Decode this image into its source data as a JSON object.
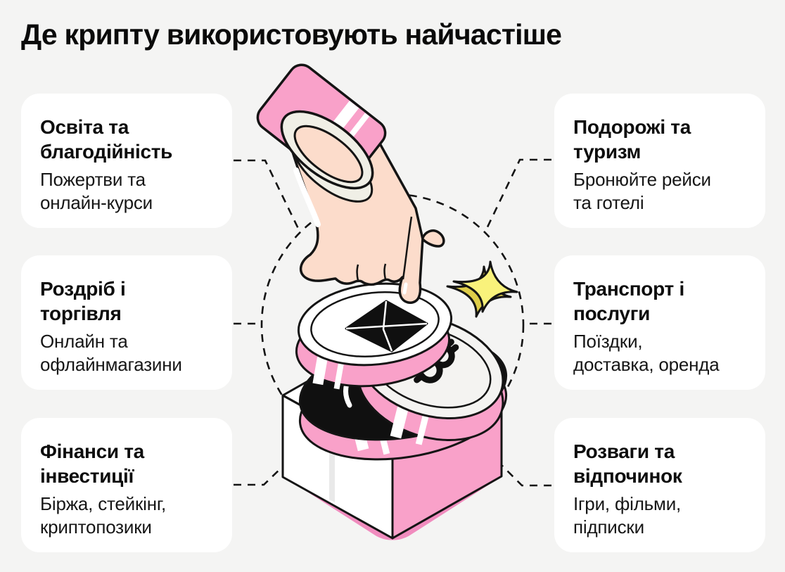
{
  "title": "Де крипту використовують найчастіше",
  "cards": [
    {
      "id": "education-charity",
      "title": "Освіта та\nблагодійність",
      "description": "Пожертви та\nонлайн-курси"
    },
    {
      "id": "retail-trade",
      "title": "Роздріб і\nторгівля",
      "description": "Онлайн та\nофлайнмагазини"
    },
    {
      "id": "finance-investments",
      "title": "Фінанси та\nінвестиції",
      "description": "Біржа, стейкінг,\nкриптопозики"
    },
    {
      "id": "travel-tourism",
      "title": "Подорожі та\nтуризм",
      "description": "Бронюйте рейси\nта готелі"
    },
    {
      "id": "transport-services",
      "title": "Транспорт і\nпослуги",
      "description": "Поїздки,\nдоставка, оренда"
    },
    {
      "id": "entertainment-leisure",
      "title": "Розваги та\nвідпочинок",
      "description": "Ігри, фільми,\nпідписки"
    }
  ],
  "illustration": {
    "icons": [
      "pointing-hand-icon",
      "pink-cuff-icon",
      "bracelet-icon",
      "ethereum-coin-icon",
      "bitcoin-coin-icon",
      "dark-coin-icon",
      "donation-box-icon",
      "sparkle-icon",
      "dashed-circle-guide",
      "dashed-connector-lines"
    ],
    "colors": {
      "background": "#F4F4F3",
      "card": "#FFFFFF",
      "text": "#0D0D0D",
      "pink": "#F9A1C9",
      "pink_shadow": "#F08CBE",
      "skin": "#FCDCCB",
      "yellow": "#F9F27B",
      "yellow_dark": "#DECD49",
      "outline": "#141414"
    }
  }
}
